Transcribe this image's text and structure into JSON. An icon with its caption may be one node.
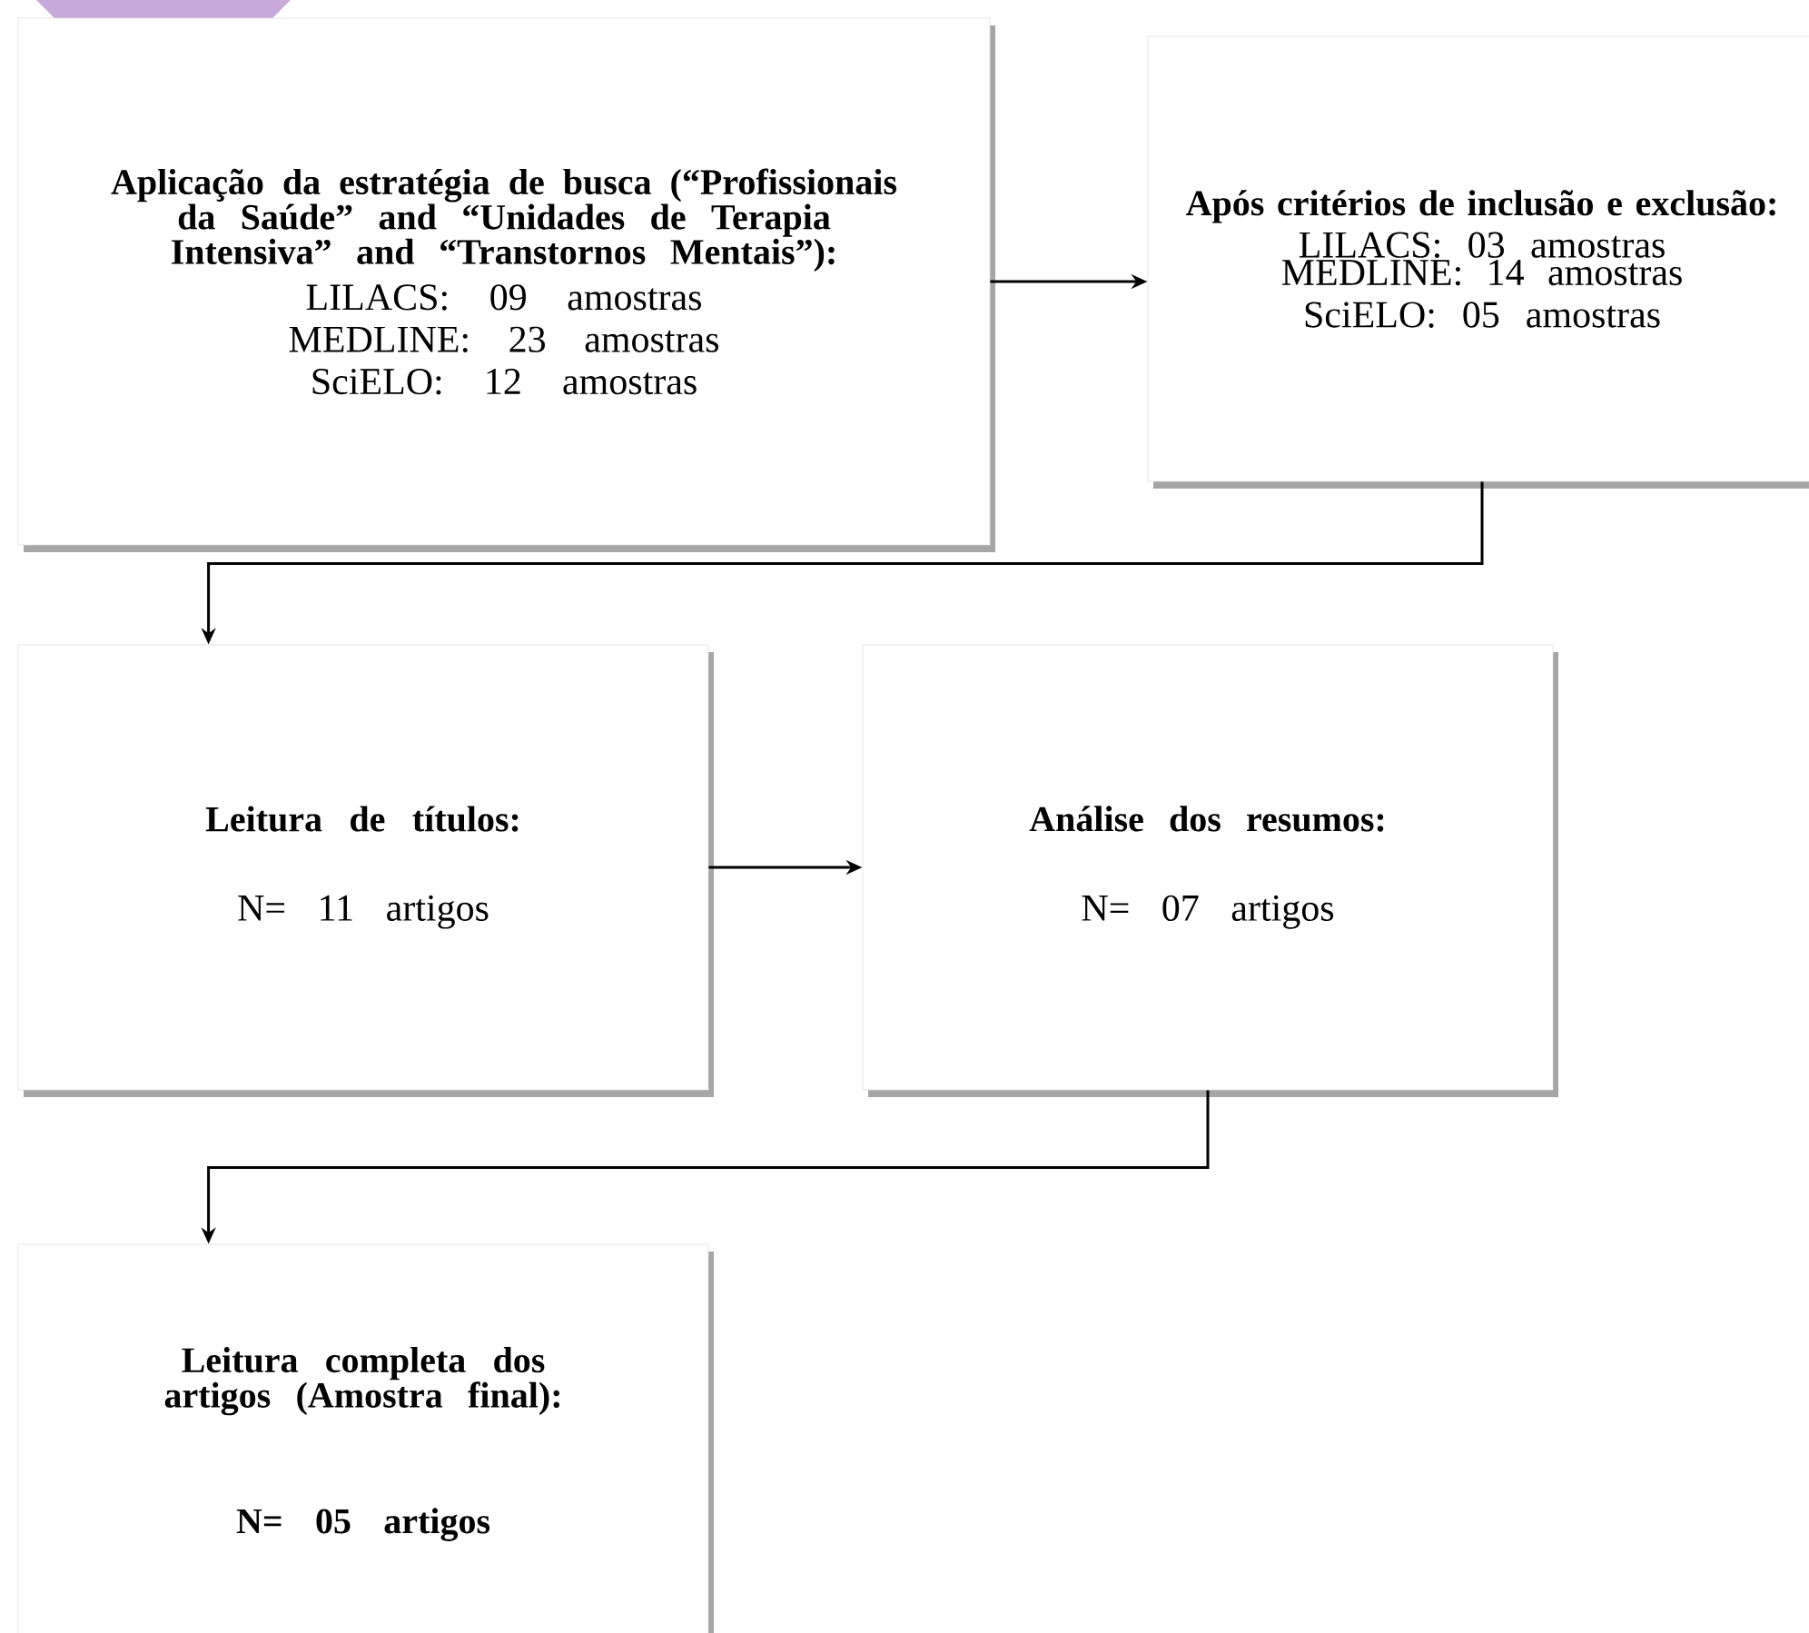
{
  "diagram": {
    "nodes": [
      {
        "text": [
          "Aplicação da estratégia de busca (“Profissionais da Saúde” and “Unidades de Terapia Intensiva” and “Transtornos Mentais”):",
          "LILACS: 09 amostras",
          "MEDLINE: 23 amostras",
          "SciELO: 12 amostras"
        ]
      },
      {
        "text": [
          "Após critérios de inclusão e exclusão:",
          "LILACS: 03 amostras",
          "MEDLINE: 14 amostras",
          "SciELO: 05 amostras"
        ]
      },
      {
        "text": [
          "Leitura de títulos:",
          "N= 11 artigos"
        ]
      },
      {
        "text": [
          "Análise dos resumos:",
          "N= 07 artigos"
        ]
      },
      {
        "text": [
          "Leitura completa dos artigos (Amostra final):",
          "N= 05 artigos"
        ]
      }
    ],
    "edges": [
      {
        "from": 0,
        "to": 1,
        "arrow": "to"
      },
      {
        "from": 1,
        "to": 2,
        "arrow": "to"
      },
      {
        "from": 2,
        "to": 3,
        "arrow": "to"
      },
      {
        "from": 3,
        "to": 4,
        "arrow": "to"
      }
    ]
  }
}
